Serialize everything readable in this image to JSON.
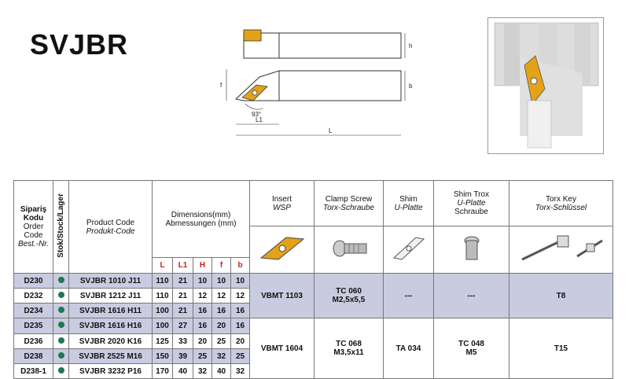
{
  "title": "SVJBR",
  "drawing": {
    "dim_h": "h",
    "dim_f": "f",
    "dim_b": "b",
    "dim_angle": "93°",
    "dim_l1": "L1",
    "dim_l": "L"
  },
  "table": {
    "headers": {
      "order_code": [
        "Sipariş",
        "Kodu",
        "Order",
        "Code",
        "Best.-Nr."
      ],
      "stock": "Stok/Stock/Lager",
      "product_code": [
        "Product Code",
        "Produkt-Code"
      ],
      "dimensions": [
        "Dimensions(mm)",
        "Abmessungen (mm)"
      ],
      "dim_cols": [
        "L",
        "L1",
        "H",
        "f",
        "b"
      ],
      "insert": [
        "Insert",
        "WSP"
      ],
      "clamp": [
        "Clamp Screw",
        "Torx-Schraube"
      ],
      "shim": [
        "Shim",
        "U-Platte"
      ],
      "shim_trox": [
        "Shim Trox",
        "U-Platte",
        "Schraube"
      ],
      "torx": [
        "Torx Key",
        "Torx-Schlüssel"
      ]
    },
    "rows": [
      {
        "code": "D230",
        "product": "SVJBR 1010 J11",
        "L": "110",
        "L1": "21",
        "H": "10",
        "f": "10",
        "b": "10"
      },
      {
        "code": "D232",
        "product": "SVJBR 1212 J11",
        "L": "110",
        "L1": "21",
        "H": "12",
        "f": "12",
        "b": "12"
      },
      {
        "code": "D234",
        "product": "SVJBR 1616 H11",
        "L": "100",
        "L1": "21",
        "H": "16",
        "f": "16",
        "b": "16"
      },
      {
        "code": "D235",
        "product": "SVJBR 1616 H16",
        "L": "100",
        "L1": "27",
        "H": "16",
        "f": "20",
        "b": "16"
      },
      {
        "code": "D236",
        "product": "SVJBR 2020 K16",
        "L": "125",
        "L1": "33",
        "H": "20",
        "f": "25",
        "b": "20"
      },
      {
        "code": "D238",
        "product": "SVJBR 2525 M16",
        "L": "150",
        "L1": "39",
        "H": "25",
        "f": "32",
        "b": "25"
      },
      {
        "code": "D238-1",
        "product": "SVJBR 3232 P16",
        "L": "170",
        "L1": "40",
        "H": "32",
        "f": "40",
        "b": "32"
      }
    ],
    "groups": [
      {
        "insert": "VBMT 1103",
        "clamp": [
          "TC 060",
          "M2,5x5,5"
        ],
        "shim": "---",
        "shim_trox": "---",
        "torx": "T8"
      },
      {
        "insert": "VBMT 1604",
        "clamp": [
          "TC 068",
          "M3,5x11"
        ],
        "shim": "TA 034",
        "shim_trox": [
          "TC 048",
          "M5"
        ],
        "torx": "T15"
      }
    ]
  },
  "colors": {
    "accent_red": "#c0281e",
    "row_highlight": "#c9cce0",
    "stock_dot": "#1a7a52",
    "insert_gold": "#e3a21a"
  }
}
